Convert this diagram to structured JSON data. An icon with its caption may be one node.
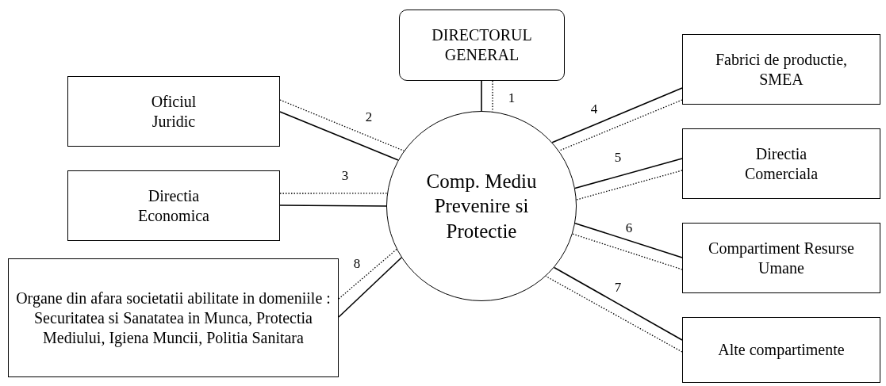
{
  "diagram": {
    "nodes": [
      {
        "text": [
          "DIRECTORUL GENERAL"
        ]
      },
      {
        "text": [
          "Fabrici de productie, SMEA"
        ]
      },
      {
        "text": [
          "Oficiul Juridic"
        ]
      },
      {
        "text": [
          "Directia Comerciala"
        ]
      },
      {
        "text": [
          "Directia Economica"
        ]
      },
      {
        "text": [
          "Comp. Mediu Prevenire si Protectie"
        ]
      },
      {
        "text": [
          "Compartiment Resurse Umane"
        ]
      },
      {
        "text": [
          "Organe din afara societatii abilitate in domeniile : Securitatea si Sanatatea in Munca, Protectia Mediului, Igiena Muncii, Politia Sanitara"
        ]
      },
      {
        "text": [
          "Alte compartimente"
        ]
      }
    ],
    "edges": [
      {
        "from": 0,
        "to": 5,
        "arrow": "none"
      },
      {
        "from": 0,
        "to": 5,
        "arrow": "none",
        "style": "dashed",
        "label": "1"
      },
      {
        "from": 2,
        "to": 5,
        "arrow": "none"
      },
      {
        "from": 2,
        "to": 5,
        "arrow": "none",
        "style": "dashed",
        "label": "2"
      },
      {
        "from": 4,
        "to": 5,
        "arrow": "none"
      },
      {
        "from": 4,
        "to": 5,
        "arrow": "none",
        "style": "dashed",
        "label": "3"
      },
      {
        "from": 1,
        "to": 5,
        "arrow": "none",
        "label": "4"
      },
      {
        "from": 1,
        "to": 5,
        "arrow": "none",
        "style": "dashed"
      },
      {
        "from": 3,
        "to": 5,
        "arrow": "none",
        "label": "5"
      },
      {
        "from": 3,
        "to": 5,
        "arrow": "none",
        "style": "dashed"
      },
      {
        "from": 6,
        "to": 5,
        "arrow": "none",
        "label": "6"
      },
      {
        "from": 6,
        "to": 5,
        "arrow": "none",
        "style": "dashed"
      },
      {
        "from": 8,
        "to": 5,
        "arrow": "none",
        "label": "7"
      },
      {
        "from": 8,
        "to": 5,
        "arrow": "none",
        "style": "dashed"
      },
      {
        "from": 7,
        "to": 5,
        "arrow": "none"
      },
      {
        "from": 7,
        "to": 5,
        "arrow": "none",
        "style": "dashed",
        "label": "8"
      }
    ]
  }
}
